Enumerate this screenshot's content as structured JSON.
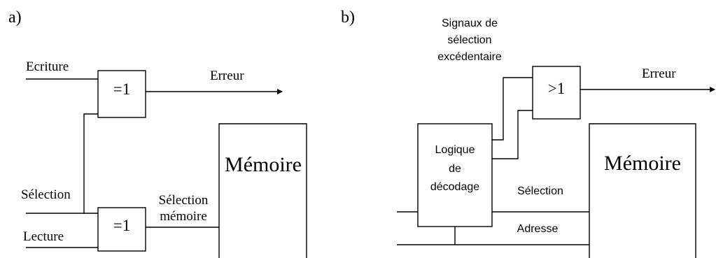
{
  "panel_a": {
    "label": "a)",
    "inputs": {
      "ecriture": "Ecriture",
      "selection": "Sélection",
      "lecture": "Lecture"
    },
    "gates": {
      "top": "=1",
      "bottom": "=1"
    },
    "output": "Erreur",
    "mem_select_line1": "Sélection",
    "mem_select_line2": "mémoire",
    "memory": "Mémoire"
  },
  "panel_b": {
    "label": "b)",
    "signals_line1": "Signaux de",
    "signals_line2": "sélection",
    "signals_line3": "excédentaire",
    "gate": ">1",
    "output": "Erreur",
    "decoder_line1": "Logique",
    "decoder_line2": "de",
    "decoder_line3": "décodage",
    "selection": "Sélection",
    "adresse": "Adresse",
    "memory": "Mémoire"
  }
}
